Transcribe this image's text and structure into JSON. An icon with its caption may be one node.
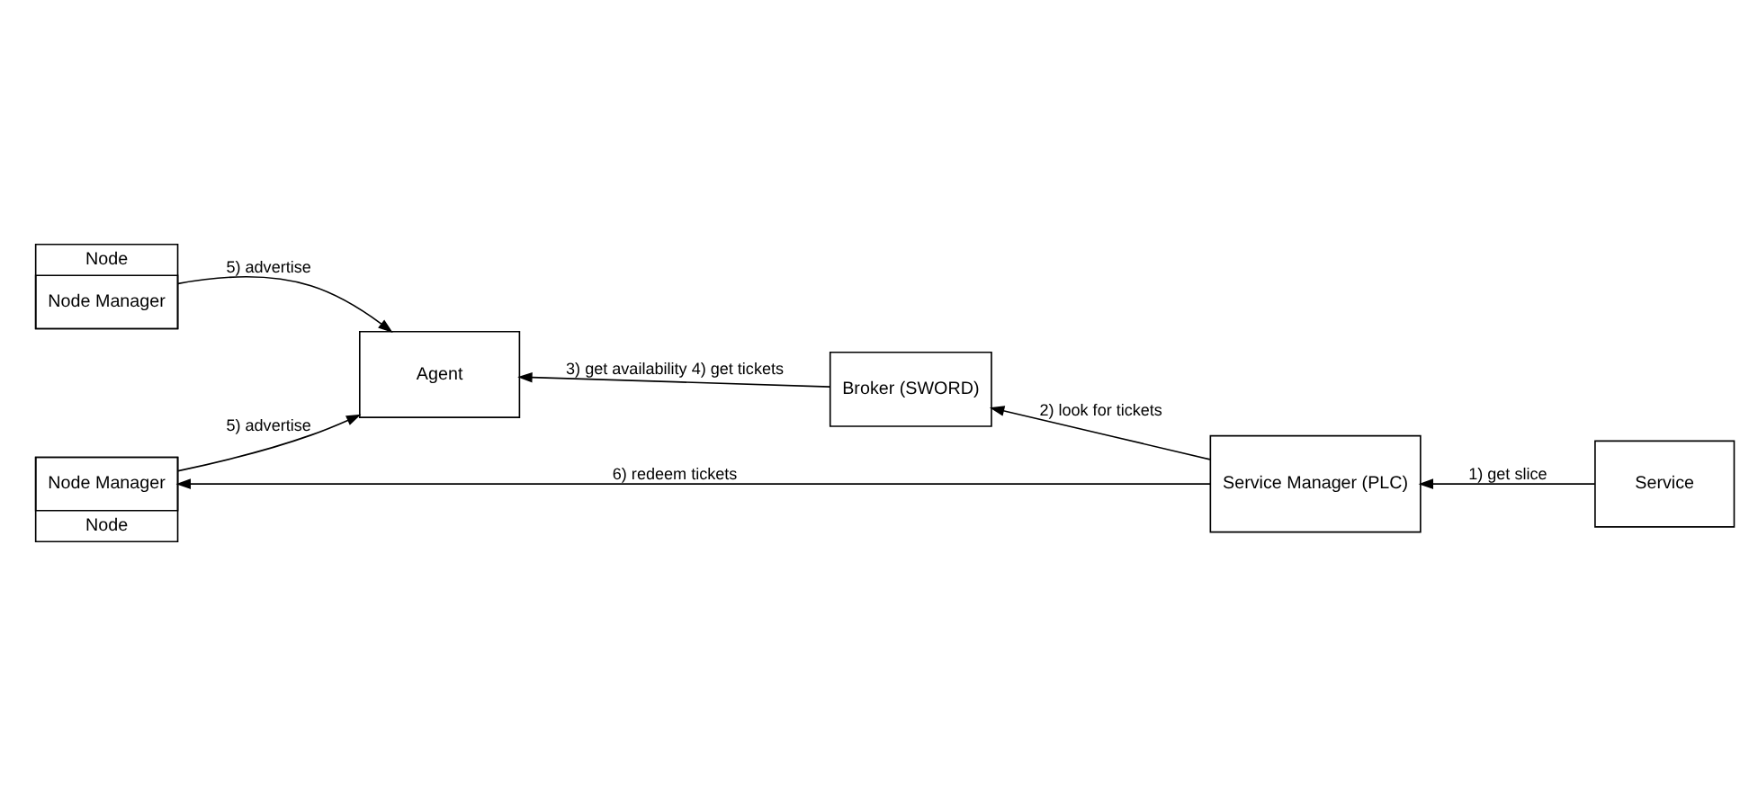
{
  "diagram": {
    "nodes": [
      {
        "text": [
          "Node"
        ]
      },
      {
        "text": [
          "Node Manager"
        ],
        "in": 0
      },
      {
        "text": [
          "Agent"
        ]
      },
      {
        "text": [
          "Broker (SWORD)"
        ]
      },
      {
        "text": [
          "Service Manager (PLC)"
        ]
      },
      {
        "text": [
          "Node"
        ]
      },
      {
        "text": [
          "Node Manager"
        ],
        "in": 5
      },
      {
        "text": [
          "Service"
        ]
      }
    ],
    "edges": [
      {
        "from": 1,
        "to": 2,
        "arrow": "to",
        "label": "5) advertise"
      },
      {
        "from": 3,
        "to": 2,
        "arrow": "to",
        "label": "3) get availability 4) get tickets"
      },
      {
        "from": 4,
        "to": 3,
        "arrow": "to",
        "label": "2) look for tickets"
      },
      {
        "from": 6,
        "to": 2,
        "arrow": "to",
        "label": "5) advertise"
      },
      {
        "from": 7,
        "to": 4,
        "arrow": "to",
        "label": "1) get slice"
      },
      {
        "from": 4,
        "to": 6,
        "arrow": "to",
        "label": "6) redeem tickets"
      }
    ]
  }
}
